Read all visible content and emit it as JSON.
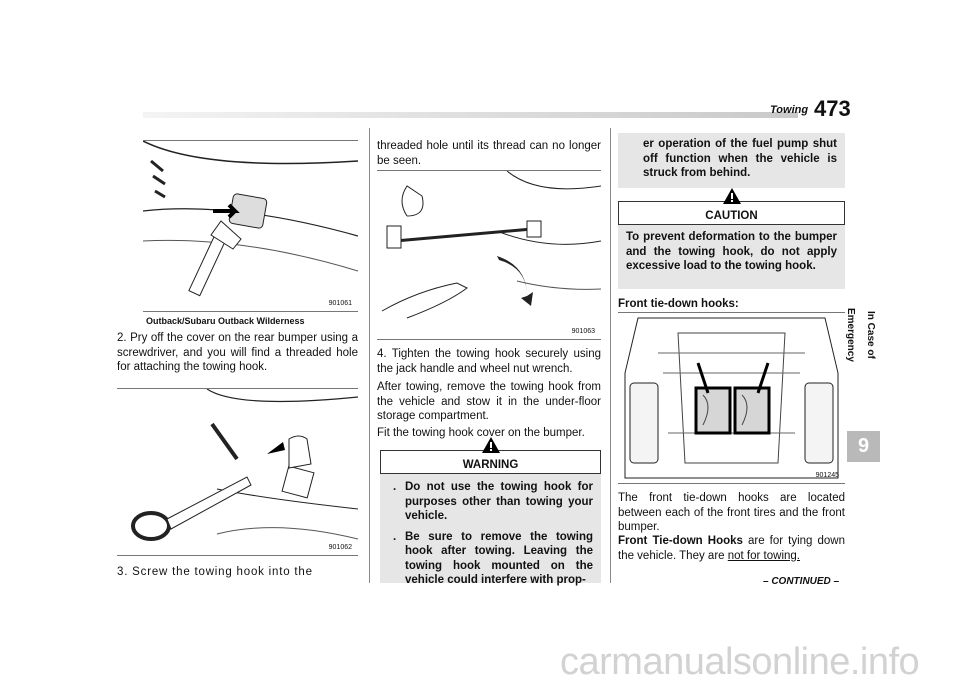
{
  "header": {
    "section": "Towing",
    "page": "473"
  },
  "sidebar": {
    "tab_label": "In Case of Emergency",
    "chapter": "9"
  },
  "col1": {
    "fig1_code": "901061",
    "fig1_caption": "Outback/Subaru Outback Wilderness",
    "step2": "2. Pry off the cover on the rear bumper using a screwdriver, and you will find a threaded hole for attaching the towing hook.",
    "fig2_code": "901062",
    "step3": "3. Screw the towing hook into the"
  },
  "col2": {
    "cont_text": "threaded hole until its thread can no longer be seen.",
    "fig3_code": "901063",
    "step4": "4. Tighten the towing hook securely using the jack handle and wheel nut wrench.",
    "after_towing": "After towing, remove the towing hook from the vehicle and stow it in the under-floor storage compartment.",
    "fit_cover": "Fit the towing hook cover on the bumper.",
    "warning_title": "WARNING",
    "warning_items": [
      "Do not use the towing hook for purposes other than towing your vehicle.",
      "Be sure to remove the towing hook after towing. Leaving the towing hook mounted on the vehicle could interfere with prop-"
    ]
  },
  "col3": {
    "warning_cont": "er operation of the fuel pump shut off function when the vehicle is struck from behind.",
    "caution_title": "CAUTION",
    "caution_text": "To prevent deformation to the bumper and the towing hook, do not apply excessive load to the towing hook.",
    "tiedown_heading": "Front tie-down hooks:",
    "fig4_code": "901245",
    "tiedown_text": "The front tie-down hooks are located between each of the front tires and the front bumper.",
    "tiedown_bold": "Front Tie-down Hooks",
    "tiedown_rest": " are for tying down the vehicle. They are ",
    "tiedown_underline": "not for towing.",
    "continued": "– CONTINUED –"
  },
  "footer": {
    "watermark": "carmanualsonline.info"
  }
}
